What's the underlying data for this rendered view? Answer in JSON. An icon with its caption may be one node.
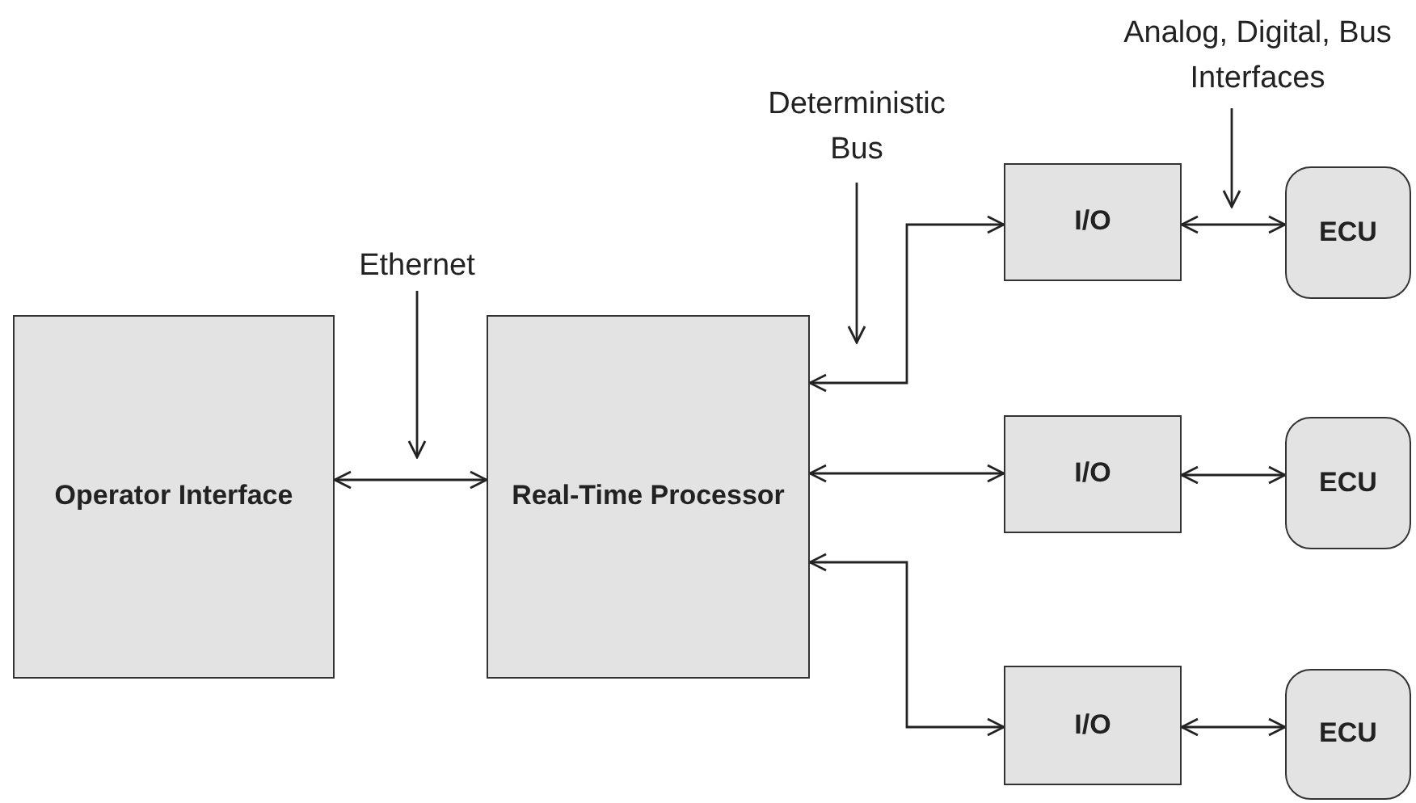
{
  "diagram": {
    "nodes": [
      {
        "text": [
          "Operator Interface"
        ]
      },
      {
        "text": [
          "Real-Time Processor"
        ]
      },
      {
        "text": [
          "I/O"
        ]
      },
      {
        "text": [
          "ECU"
        ]
      },
      {
        "text": [
          "I/O"
        ]
      },
      {
        "text": [
          "ECU"
        ]
      },
      {
        "text": [
          "I/O"
        ]
      },
      {
        "text": [
          "ECU"
        ]
      },
      {
        "text": [
          "Ethernet"
        ]
      },
      {
        "text": [
          "Deterministic Bus"
        ]
      },
      {
        "text": [
          "Analog, Digital, Bus Interfaces"
        ]
      }
    ],
    "edges": [
      {
        "from": 0,
        "to": 1,
        "arrow": "both"
      },
      {
        "from": 1,
        "to": 2,
        "arrow": "both"
      },
      {
        "from": 1,
        "to": 4,
        "arrow": "both"
      },
      {
        "from": 1,
        "to": 6,
        "arrow": "both"
      },
      {
        "from": 2,
        "to": 3,
        "arrow": "both"
      },
      {
        "from": 4,
        "to": 5,
        "arrow": "both"
      },
      {
        "from": 6,
        "to": 7,
        "arrow": "both"
      },
      {
        "from": 8,
        "to": null,
        "arrow": "to"
      },
      {
        "from": 9,
        "to": null,
        "arrow": "to"
      },
      {
        "from": 10,
        "to": null,
        "arrow": "to"
      }
    ]
  }
}
